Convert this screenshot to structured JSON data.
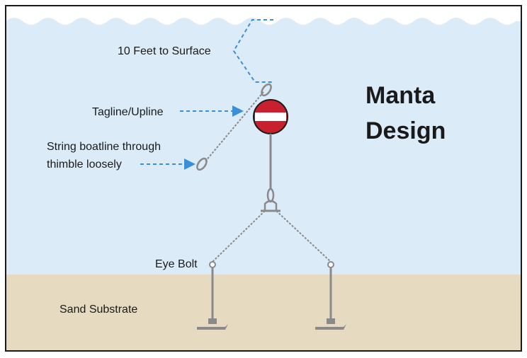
{
  "title": {
    "line1": "Manta",
    "line2": "Design"
  },
  "labels": {
    "surface": "10 Feet to Surface",
    "tagline": "Tagline/Upline",
    "boatline_line1": "String boatline through",
    "boatline_line2": "thimble loosely",
    "eye_bolt": "Eye Bolt",
    "sand": "Sand Substrate"
  },
  "colors": {
    "water": "#dcebf8",
    "sand": "#e6dbc0",
    "border": "#1a1a1a",
    "buoy_red": "#c8202f",
    "buoy_stripe": "#ffffff",
    "chain": "#8a8a8a",
    "pointer": "#3b8fd6",
    "text": "#1a1a1a"
  }
}
